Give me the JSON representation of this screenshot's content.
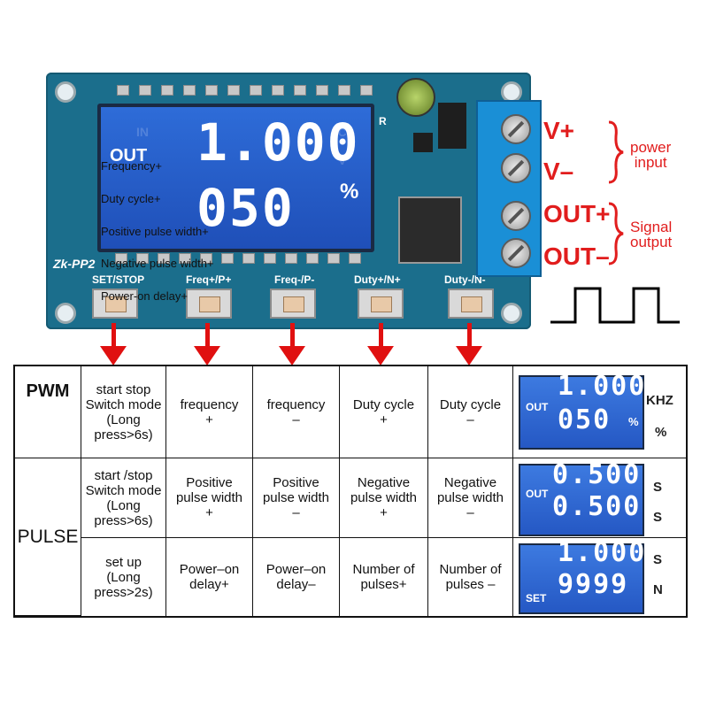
{
  "board": {
    "model_label": "Zk-PP2",
    "display": {
      "out_label": "OUT",
      "line1": "1.000",
      "line2": "050",
      "unit": "%",
      "ghost_in": "IN",
      "ghost_c": "°C",
      "ghost_v": "V"
    },
    "buttons": [
      {
        "label": "SET/STOP"
      },
      {
        "label": "Freq+/P+"
      },
      {
        "label": "Freq-/P-"
      },
      {
        "label": "Duty+/N+"
      },
      {
        "label": "Duty-/N-"
      }
    ],
    "component_label": "R"
  },
  "terminal_labels": {
    "v_plus": "V+",
    "v_minus": "V–",
    "out_plus": "OUT+",
    "out_minus": "OUT–"
  },
  "power_caption": {
    "line1": "power",
    "line2": "input"
  },
  "signal_caption": {
    "line1": "Signal",
    "line2": "output"
  },
  "overlay_captions": [
    "Frequency+",
    "Duty cycle+",
    "Positive pulse width+",
    "Negative pulse width+",
    "Power-on delay+"
  ],
  "table": {
    "modes": {
      "pwm": "PWM",
      "pulse": "PULSE"
    },
    "rows": [
      {
        "col1": "start stop\nSwitch mode\n(Long\npress>6s)",
        "col2": "frequency\n+",
        "col3": "frequency\n–",
        "col4": "Duty cycle\n+",
        "col5": "Duty cycle\n–",
        "lcd": {
          "label": "OUT",
          "line1": "1.000",
          "line2": "050",
          "inner_unit": "%"
        },
        "units": [
          "KHZ",
          "%"
        ]
      },
      {
        "col1": "start /stop\nSwitch mode\n(Long\npress>6s)",
        "col2": "Positive\npulse width\n+",
        "col3": "Positive\npulse width\n–",
        "col4": "Negative\npulse width\n+",
        "col5": "Negative\npulse width\n–",
        "lcd": {
          "label": "OUT",
          "line1": "0.500",
          "line2": "0.500",
          "inner_unit": ""
        },
        "units": [
          "S",
          "S"
        ]
      },
      {
        "col1": "set up\n(Long\npress>2s)",
        "col2": "Power–on\ndelay+",
        "col3": "Power–on\ndelay–",
        "col4": "Number of\npulses+",
        "col5": "Number of\npulses –",
        "lcd": {
          "label": "SET",
          "line1": "1.000",
          "line2": "9999",
          "inner_unit": ""
        },
        "units": [
          "S",
          "N"
        ]
      }
    ]
  },
  "colors": {
    "pcb": "#1b6e8c",
    "lcd": "#2e6cd8",
    "accent_red": "#e11d1d",
    "terminal": "#1a8fd6"
  }
}
